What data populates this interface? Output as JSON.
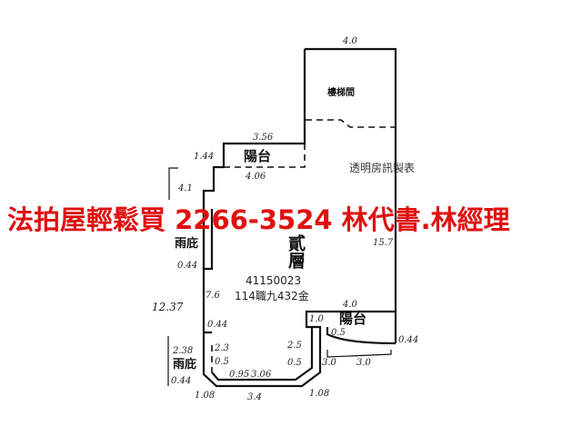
{
  "banner": {
    "text": "法拍屋輕鬆買  2266-3524  林代書.林經理",
    "color": "#e01010"
  },
  "watermark": "透明房訊製表",
  "plan": {
    "id": "41150023",
    "case": "114職九432金",
    "rooms": {
      "stair": "樓梯間",
      "balcony_top": "陽台",
      "floor": "貳層",
      "rain_top": "雨庇",
      "rain_bottom": "雨庇",
      "balcony_right": "陽台"
    },
    "dims": {
      "top": "4.0",
      "balcony_top_w": "3.56",
      "balcony_top_d": "1.44",
      "balcony_top_base": "4.06",
      "left_a": "4.1",
      "left_b": "0.44",
      "left_c": "7.6",
      "total_left": "12.37",
      "left_d": "0.44",
      "left_e": "2.38",
      "left_f": "2.3",
      "left_g": "0.5",
      "left_h": "0.44",
      "left_i": "1.08",
      "bottom_a": "0.95",
      "bottom_b": "3.06",
      "bottom_c": "3.4",
      "bottom_d": "1.08",
      "right_a": "2.5",
      "right_b": "0.5",
      "right_c": "3.0",
      "right_d": "15.7",
      "bal_r_w": "4.0",
      "bal_r_a": "1.0",
      "bal_r_b": "0.5",
      "bal_r_c": "3.0",
      "bal_r_d": "0.44"
    }
  }
}
